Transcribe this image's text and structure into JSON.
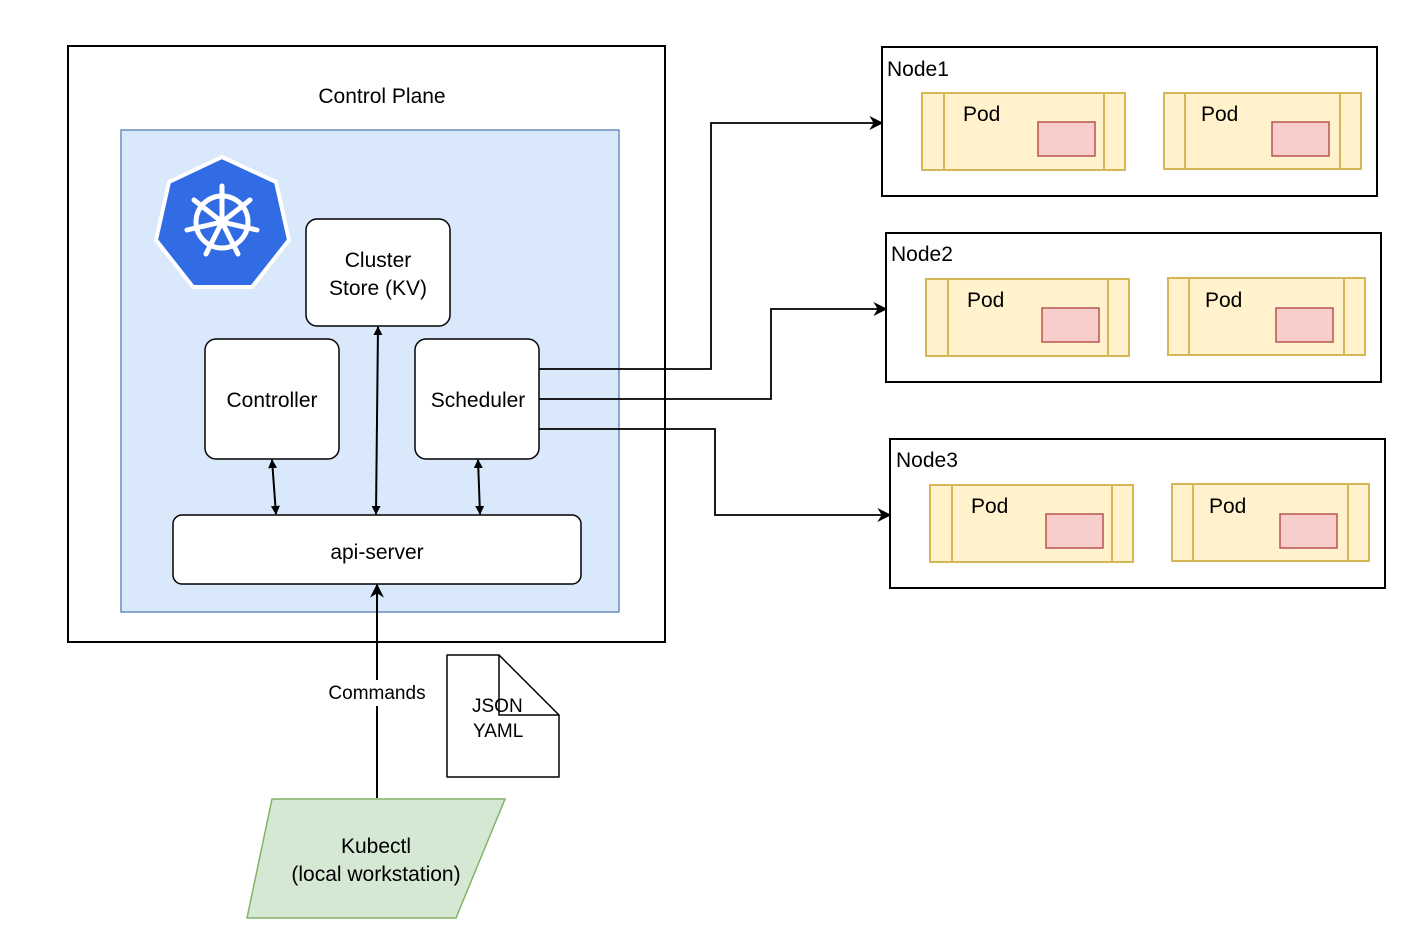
{
  "control_plane": {
    "title": "Control Plane",
    "cluster_store": {
      "line1": "Cluster",
      "line2": "Store (KV)"
    },
    "controller": "Controller",
    "scheduler": "Scheduler",
    "api_server": "api-server"
  },
  "kubectl": {
    "commands_label": "Commands",
    "doc": {
      "line1": "JSON",
      "line2": "YAML"
    },
    "client": {
      "line1": "Kubectl",
      "line2": "(local workstation)"
    }
  },
  "nodes": [
    {
      "name": "Node1",
      "pods": [
        "Pod",
        "Pod"
      ]
    },
    {
      "name": "Node2",
      "pods": [
        "Pod",
        "Pod"
      ]
    },
    {
      "name": "Node3",
      "pods": [
        "Pod",
        "Pod"
      ]
    }
  ],
  "colors": {
    "plane_fill": "#dae8fc",
    "plane_stroke": "#6c8ebf",
    "pod_fill": "#fff2cc",
    "pod_stroke": "#d6b656",
    "container_fill": "#f8cecc",
    "container_stroke": "#b85450",
    "client_fill": "#d5e8d4",
    "client_stroke": "#82b366",
    "k8s_blue": "#326ce5"
  },
  "icons": {
    "logo": "kubernetes-helm-wheel-icon",
    "doc": "document-icon"
  }
}
